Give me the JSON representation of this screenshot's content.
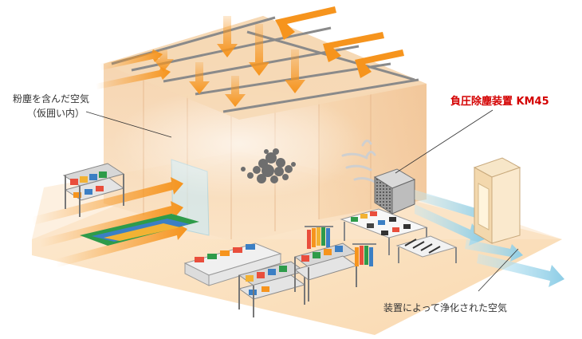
{
  "labels": {
    "dusty_air": "粉塵を含んだ空気",
    "dusty_air_sub": "（仮囲い内）",
    "device": "負圧除塵装置 KM45",
    "clean_air": "装置によって浄化された空気"
  },
  "colors": {
    "floor": "#fbe3c4",
    "wall": "#f6cfa3",
    "arrow_orange": "#f6941d",
    "clean_air_arrow": "#a6d8ec",
    "device_label": "#d40000",
    "dust": "#6e6e6e",
    "beam": "#8a8a8a"
  },
  "icons": {
    "device": "air-scrubber-box-icon",
    "dust_cloud": "dust-cloud-icon",
    "exhaust_unit": "filter-unit-icon"
  }
}
